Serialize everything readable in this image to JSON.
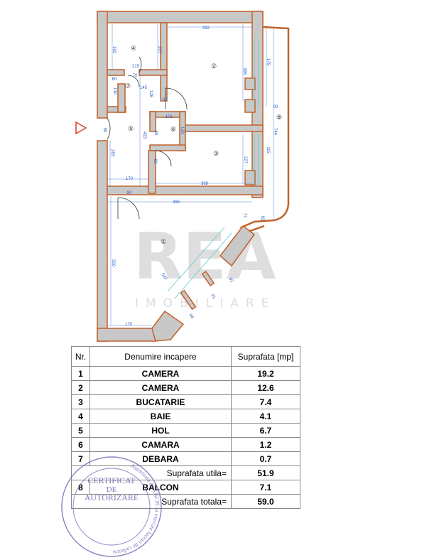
{
  "plan": {
    "rooms": [
      {
        "num": "①"
      },
      {
        "num": "②"
      },
      {
        "num": "③"
      },
      {
        "num": "④"
      },
      {
        "num": "⑤"
      },
      {
        "num": "⑥"
      },
      {
        "num": "⑦"
      },
      {
        "num": "⑧"
      }
    ],
    "dimensions": [
      "332",
      "192",
      "207",
      "215",
      "70",
      "60",
      "145",
      "130",
      "128",
      "90",
      "398",
      "175",
      "90",
      "744",
      "101",
      "60",
      "128",
      "423",
      "90",
      "283",
      "80",
      "115",
      "227",
      "170",
      "369",
      "90",
      "496",
      "77",
      "92",
      "500",
      "542",
      "91",
      "92",
      "94",
      "170"
    ],
    "watermark": {
      "brand": "REA",
      "sub": "IMOBILIARE"
    }
  },
  "table": {
    "headers": {
      "nr": "Nr.",
      "name": "Denumire incapere",
      "area": "Suprafata [mp]"
    },
    "rows": [
      {
        "nr": "1",
        "name": "CAMERA",
        "area": "19.2"
      },
      {
        "nr": "2",
        "name": "CAMERA",
        "area": "12.6"
      },
      {
        "nr": "3",
        "name": "BUCATARIE",
        "area": "7.4"
      },
      {
        "nr": "4",
        "name": "BAIE",
        "area": "4.1"
      },
      {
        "nr": "5",
        "name": "HOL",
        "area": "6.7"
      },
      {
        "nr": "6",
        "name": "CAMARA",
        "area": "1.2"
      },
      {
        "nr": "7",
        "name": "DEBARA",
        "area": "0.7"
      }
    ],
    "useful": {
      "label": "Suprafata utila=",
      "area": "51.9"
    },
    "balcony": {
      "nr": "8",
      "name": "BALCON",
      "area": "7.1"
    },
    "total": {
      "label": "Suprafata totala=",
      "area": "59.0"
    }
  },
  "stamp": {
    "ring_text": "Autorizata de ANCPI sa execute lucrari de cadastru",
    "line1": "CERTIFICAT",
    "line2": "DE",
    "line3": "AUTORIZARE"
  },
  "colors": {
    "wall_fill": "#c8c8c8",
    "wall_stroke": "#c0622a",
    "dimension": "#2a62c8",
    "entry_marker": "#e04020"
  }
}
